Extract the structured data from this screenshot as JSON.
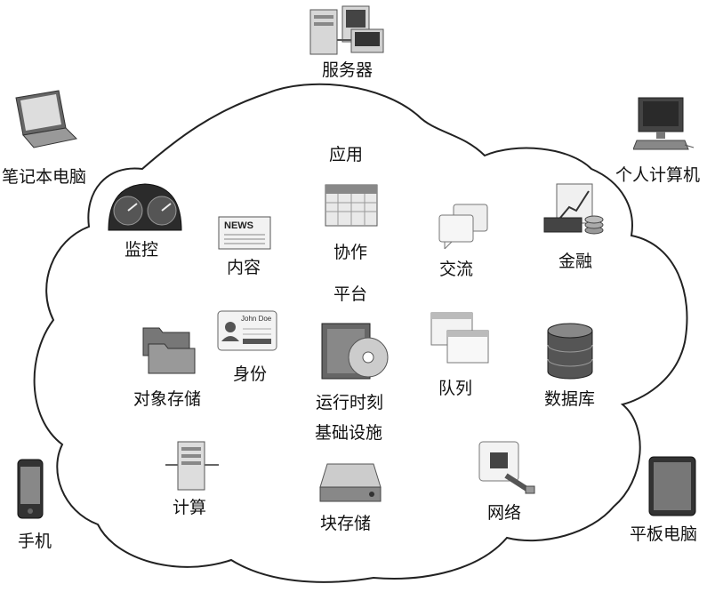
{
  "external_devices": {
    "server": "服务器",
    "laptop": "笔记本电脑",
    "pc": "个人计算机",
    "phone": "手机",
    "tablet": "平板电脑"
  },
  "sections": {
    "application": "应用",
    "platform": "平台",
    "infrastructure": "基础设施"
  },
  "application_items": {
    "monitoring": "监控",
    "content": "内容",
    "collaboration": "协作",
    "communication": "交流",
    "finance": "金融"
  },
  "platform_items": {
    "object_storage": "对象存储",
    "identity": "身份",
    "runtime": "运行时刻",
    "queue": "队列",
    "database": "数据库"
  },
  "infrastructure_items": {
    "compute": "计算",
    "block_storage": "块存储",
    "network": "网络"
  },
  "icon_texts": {
    "news": "NEWS",
    "id_name": "John Doe"
  }
}
